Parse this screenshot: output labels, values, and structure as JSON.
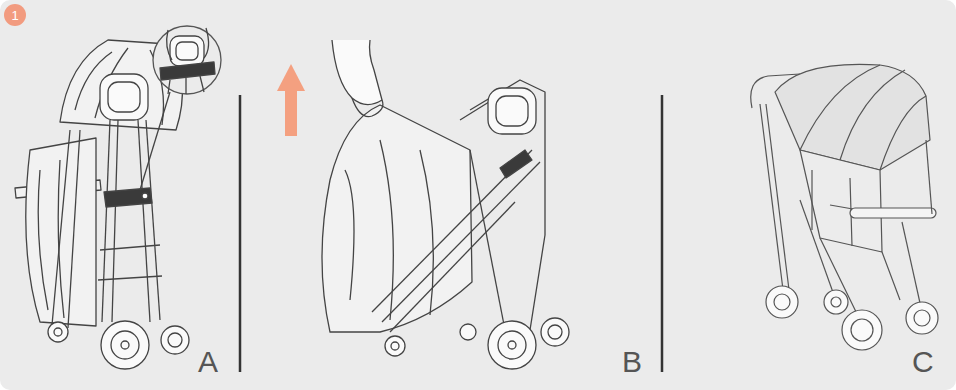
{
  "diagram": {
    "nodes": [
      {
        "text": [
          "1"
        ]
      }
    ],
    "labels": [
      "A",
      "B",
      "C"
    ]
  }
}
